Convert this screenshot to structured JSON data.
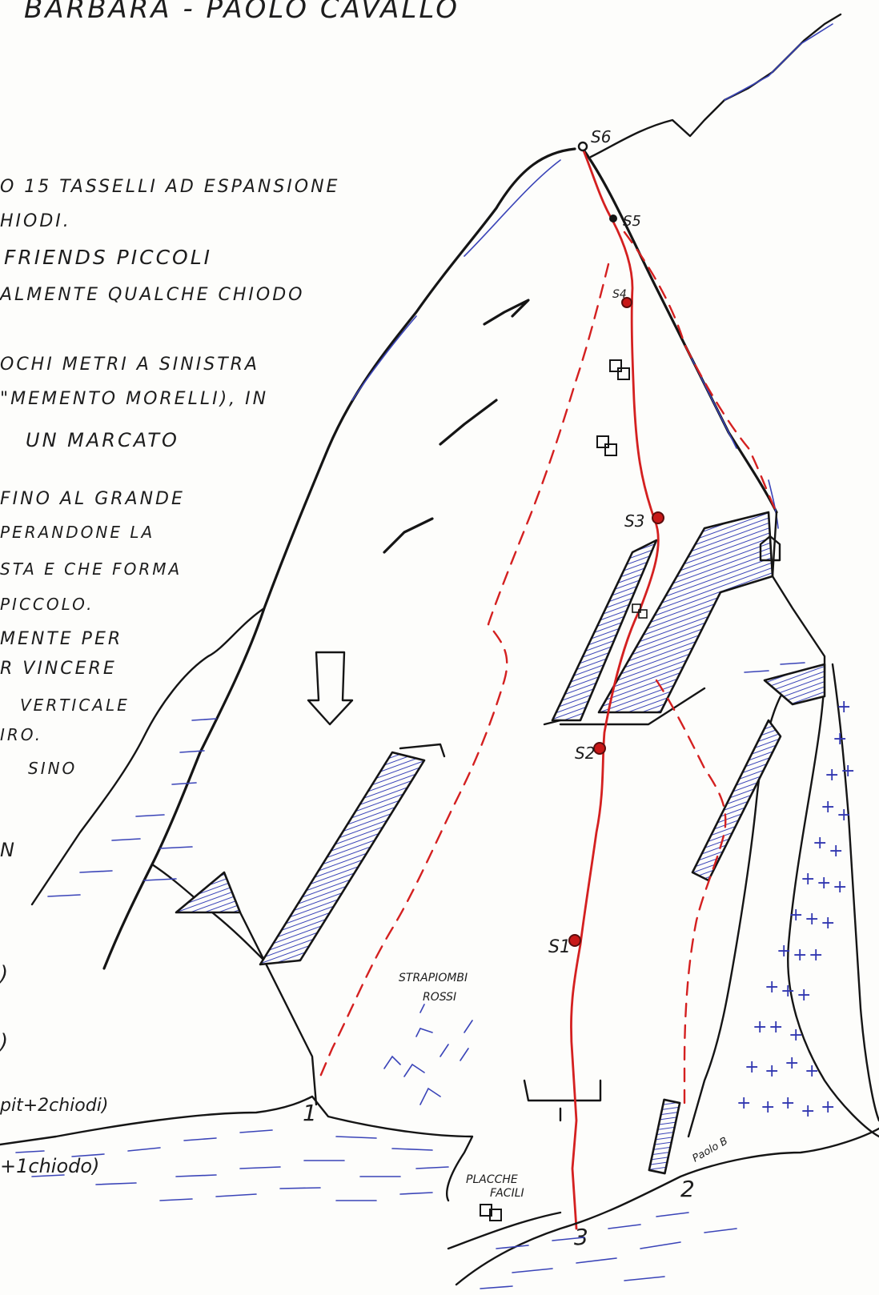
{
  "header": {
    "title": "BARBARA - PAOLO CAVALLO"
  },
  "notes": {
    "lines": [
      "O 15 TASSELLI AD ESPANSIONE",
      "HIODI.",
      "FRIENDS PICCOLI",
      "ALMENTE QUALCHE CHIODO",
      "OCHI METRI A SINISTRA",
      "\"MEMENTO MORELLI), IN",
      "UN MARCATO",
      "FINO AL GRANDE",
      "PERANDONE LA",
      "STA E CHE FORMA",
      "PICCOLO.",
      "MENTE PER",
      "R VINCERE",
      "VERTICALE",
      "IRO.",
      "SINO",
      "N"
    ],
    "pitch_fragments": [
      ")",
      ")",
      "pit+2chiodi)",
      "+1chiodo)"
    ]
  },
  "labels": {
    "strapiombi": "STRAPIOMBI",
    "rossi": "ROSSI",
    "placche": "PLACCHE",
    "facili": "FACILI",
    "author": "Paolo B"
  },
  "belays": [
    "S6",
    "S5",
    "S4",
    "S3",
    "S2",
    "S1"
  ],
  "start_numbers": [
    "1",
    "2",
    "3"
  ],
  "colors": {
    "ink": "#151515",
    "route_line": "#d42020",
    "hatching": "#3a44b8",
    "paper": "#fdfdfb"
  }
}
